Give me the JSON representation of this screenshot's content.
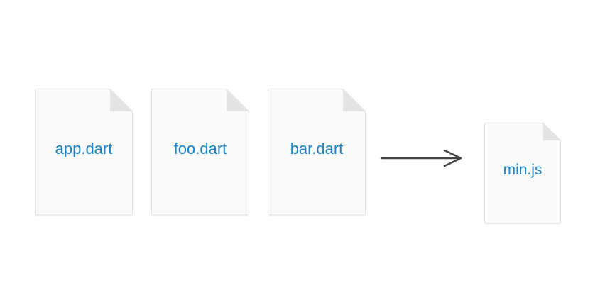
{
  "inputs": [
    {
      "label": "app.dart"
    },
    {
      "label": "foo.dart"
    },
    {
      "label": "bar.dart"
    }
  ],
  "output": {
    "label": "min.js"
  },
  "colors": {
    "label": "#1a84c6",
    "page_fill": "#fafafa",
    "page_border": "#e2e2e2",
    "fold": "#e4e4e4",
    "arrow": "#444444"
  }
}
